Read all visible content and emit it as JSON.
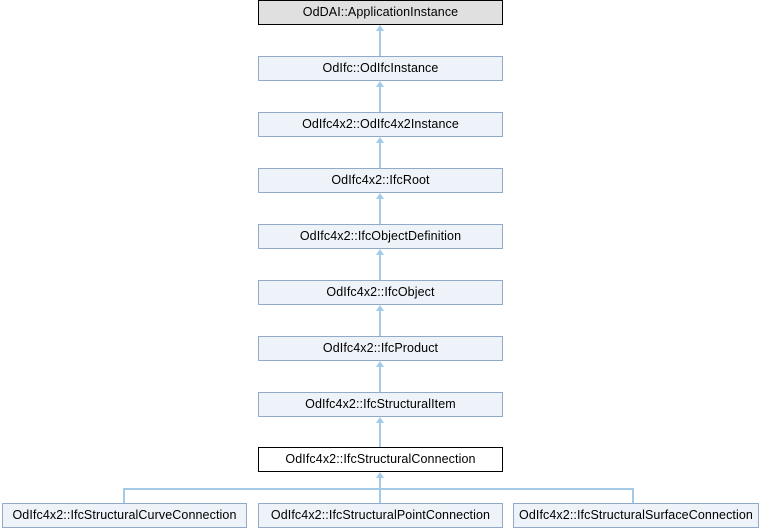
{
  "diagram": {
    "title": "Inheritance diagram for OdIfc4x2::IfcStructuralConnection",
    "type": "uml-inheritance",
    "background_color": "#ffffff",
    "edge_color": "#a3cbe8",
    "colors": {
      "root_fill": "#e0e0e0",
      "root_border": "#000000",
      "normal_fill": "#eef2f9",
      "normal_border": "#93a9c8",
      "focus_fill": "#ffffff",
      "focus_border": "#000000",
      "text": "#000000"
    }
  },
  "nodes": {
    "chain": [
      {
        "label": "OdDAI::ApplicationInstance",
        "style": "root"
      },
      {
        "label": "OdIfc::OdIfcInstance",
        "style": "normal"
      },
      {
        "label": "OdIfc4x2::OdIfc4x2Instance",
        "style": "normal"
      },
      {
        "label": "OdIfc4x2::IfcRoot",
        "style": "normal"
      },
      {
        "label": "OdIfc4x2::IfcObjectDefinition",
        "style": "normal"
      },
      {
        "label": "OdIfc4x2::IfcObject",
        "style": "normal"
      },
      {
        "label": "OdIfc4x2::IfcProduct",
        "style": "normal"
      },
      {
        "label": "OdIfc4x2::IfcStructuralItem",
        "style": "normal"
      },
      {
        "label": "OdIfc4x2::IfcStructuralConnection",
        "style": "focus"
      }
    ],
    "derived": [
      {
        "label": "OdIfc4x2::IfcStructuralCurveConnection",
        "style": "normal"
      },
      {
        "label": "OdIfc4x2::IfcStructuralPointConnection",
        "style": "normal"
      },
      {
        "label": "OdIfc4x2::IfcStructuralSurfaceConnection",
        "style": "normal"
      }
    ]
  }
}
